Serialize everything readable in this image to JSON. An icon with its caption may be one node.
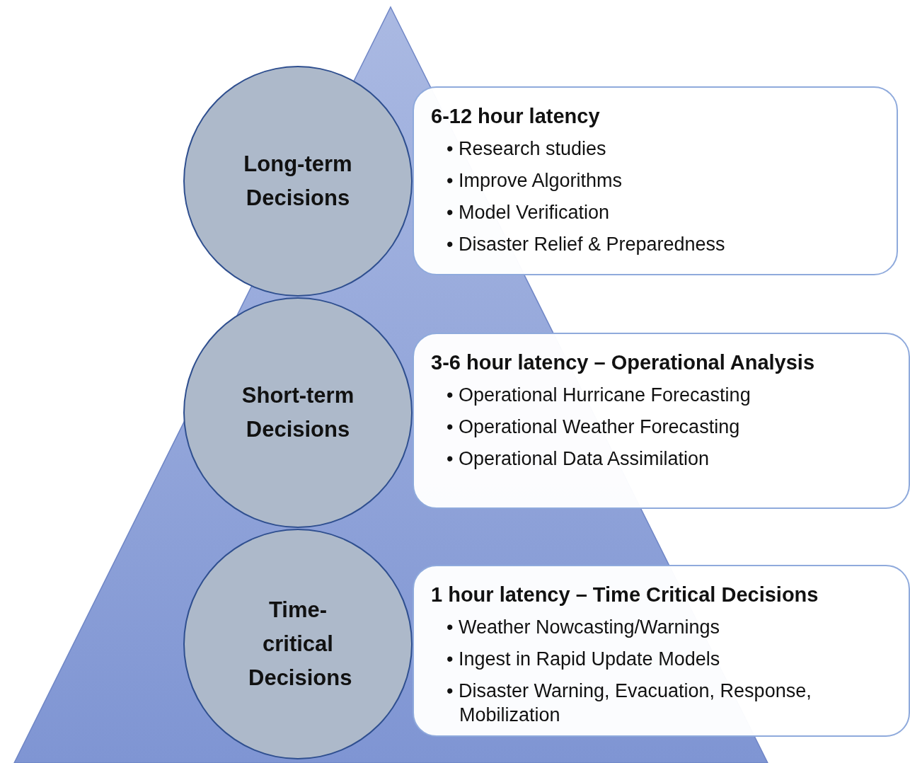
{
  "diagram": {
    "nodes": [
      {
        "text": [
          "Long-term Decisions"
        ]
      },
      {
        "text": [
          "Short-term Decisions"
        ]
      },
      {
        "text": [
          "Time-critical Decisions"
        ]
      },
      {
        "text": [
          "6-12 hour latency",
          "• Research studies",
          "• Improve Algorithms",
          "• Model Verification",
          "• Disaster Relief & Preparedness"
        ]
      },
      {
        "text": [
          "3-6 hour latency – Operational Analysis",
          "• Operational Hurricane Forecasting",
          "• Operational Weather Forecasting",
          "• Operational Data Assimilation"
        ]
      },
      {
        "text": [
          "1 hour latency – Time Critical Decisions",
          "• Weather Nowcasting/Warnings",
          "• Ingest in Rapid Update Models",
          "• Disaster Warning, Evacuation, Response, Mobilization"
        ]
      }
    ],
    "edges": []
  }
}
